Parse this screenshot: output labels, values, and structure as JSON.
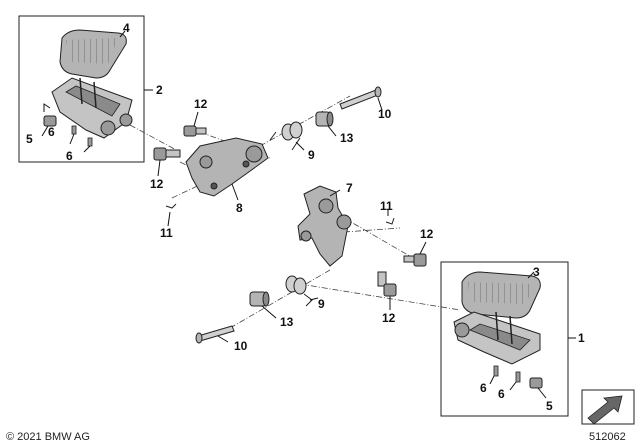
{
  "diagram": {
    "colors": {
      "part_fill": "#b4b4b4",
      "part_dark": "#7a7a7a",
      "part_light": "#dcdcdc",
      "outline": "#222222",
      "leader": "#111111"
    },
    "callouts": {
      "c1": "1",
      "c2": "2",
      "c3": "3",
      "c4": "4",
      "c5a": "5",
      "c5b": "5",
      "c6a": "6",
      "c6b": "6",
      "c6c": "6",
      "c6d": "6",
      "c7": "7",
      "c8": "8",
      "c9a": "9",
      "c9b": "9",
      "c10a": "10",
      "c10b": "10",
      "c11a": "11",
      "c11b": "11",
      "c12a": "12",
      "c12b": "12",
      "c12c": "12",
      "c12d": "12",
      "c13a": "13",
      "c13b": "13"
    },
    "icons": {
      "direction": "arrow-icon"
    }
  },
  "footer": {
    "copyright": "© 2021 BMW AG",
    "ref_id": "512062"
  }
}
